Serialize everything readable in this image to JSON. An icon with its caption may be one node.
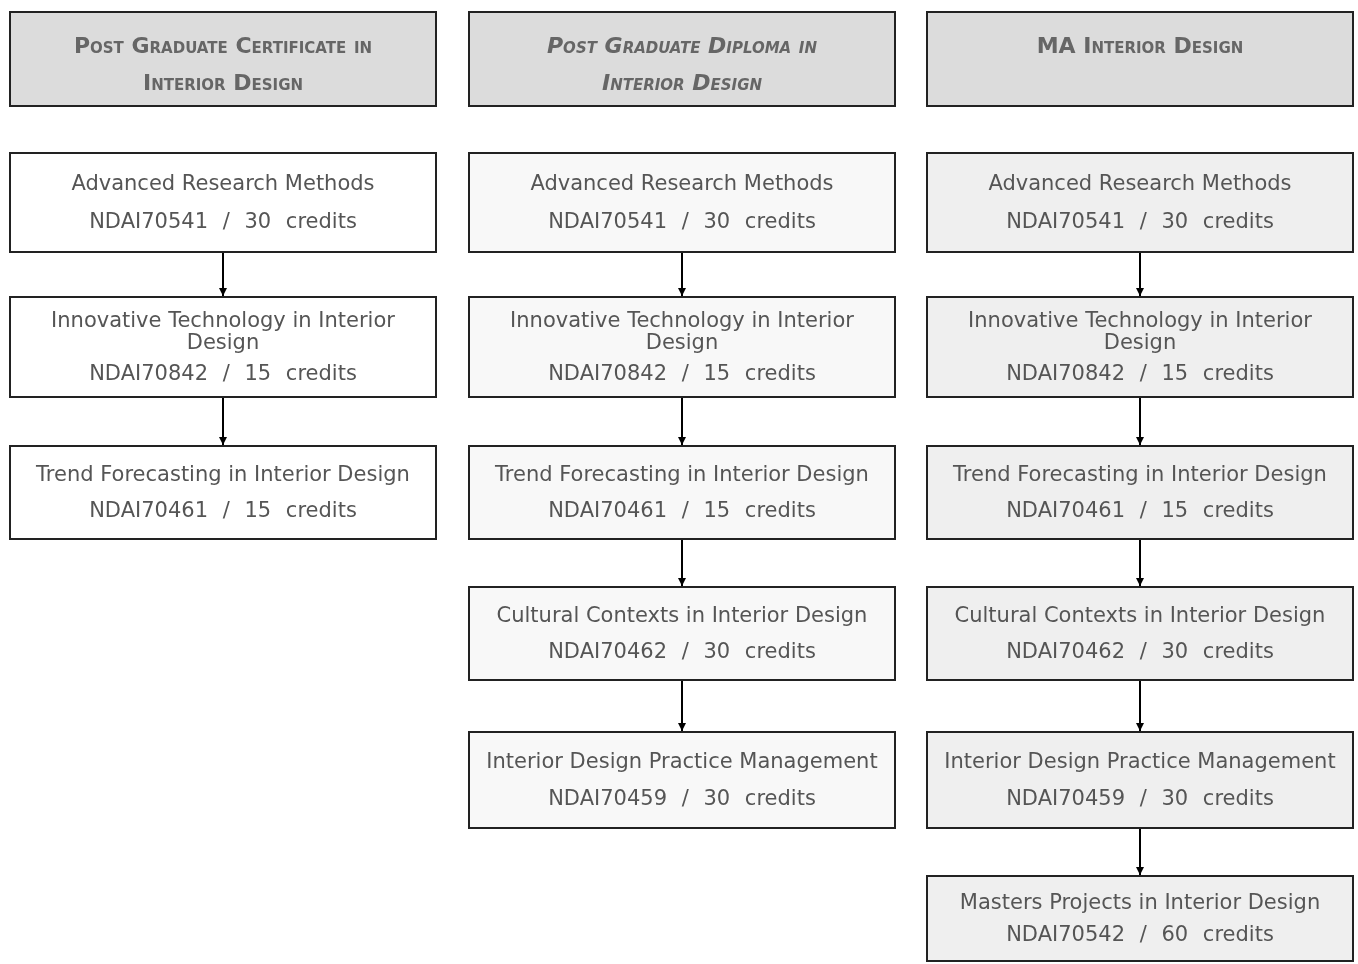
{
  "diagram": {
    "nodes": [
      {
        "text": [
          "Post Graduate Certificate in Interior Design"
        ]
      },
      {
        "text": [
          "Post Graduate Diploma in Interior Design"
        ]
      },
      {
        "text": [
          "MA Interior Design"
        ]
      },
      {
        "text": [
          "Advanced Research Methods",
          "NDAI70541 / 30 credits"
        ]
      },
      {
        "text": [
          "Innovative Technology in Interior Design",
          "NDAI70842 / 15 credits"
        ]
      },
      {
        "text": [
          "Trend Forecasting in Interior Design",
          "NDAI70461 / 15 credits"
        ]
      },
      {
        "text": [
          "Advanced Research Methods",
          "NDAI70541 / 30 credits"
        ]
      },
      {
        "text": [
          "Innovative Technology in Interior Design",
          "NDAI70842 / 15 credits"
        ]
      },
      {
        "text": [
          "Trend Forecasting in Interior Design",
          "NDAI70461 / 15 credits"
        ]
      },
      {
        "text": [
          "Cultural Contexts in Interior Design",
          "NDAI70462 / 30 credits"
        ]
      },
      {
        "text": [
          "Interior Design Practice Management",
          "NDAI70459 / 30 credits"
        ]
      },
      {
        "text": [
          "Advanced Research Methods",
          "NDAI70541 / 30 credits"
        ]
      },
      {
        "text": [
          "Innovative Technology in Interior Design",
          "NDAI70842 / 15 credits"
        ]
      },
      {
        "text": [
          "Trend Forecasting in Interior Design",
          "NDAI70461 / 15 credits"
        ]
      },
      {
        "text": [
          "Cultural Contexts in Interior Design",
          "NDAI70462 / 30 credits"
        ]
      },
      {
        "text": [
          "Interior Design Practice Management",
          "NDAI70459 / 30 credits"
        ]
      },
      {
        "text": [
          "Masters Projects in Interior Design",
          "NDAI70542 / 60 credits"
        ]
      }
    ],
    "edges": [
      {
        "from": 3,
        "to": 4,
        "arrow": "to"
      },
      {
        "from": 4,
        "to": 5,
        "arrow": "to"
      },
      {
        "from": 6,
        "to": 7,
        "arrow": "to"
      },
      {
        "from": 7,
        "to": 8,
        "arrow": "to"
      },
      {
        "from": 8,
        "to": 9,
        "arrow": "to"
      },
      {
        "from": 9,
        "to": 10,
        "arrow": "to"
      },
      {
        "from": 11,
        "to": 12,
        "arrow": "to"
      },
      {
        "from": 12,
        "to": 13,
        "arrow": "to"
      },
      {
        "from": 13,
        "to": 14,
        "arrow": "to"
      },
      {
        "from": 14,
        "to": 15,
        "arrow": "to"
      },
      {
        "from": 15,
        "to": 16,
        "arrow": "to"
      }
    ]
  }
}
